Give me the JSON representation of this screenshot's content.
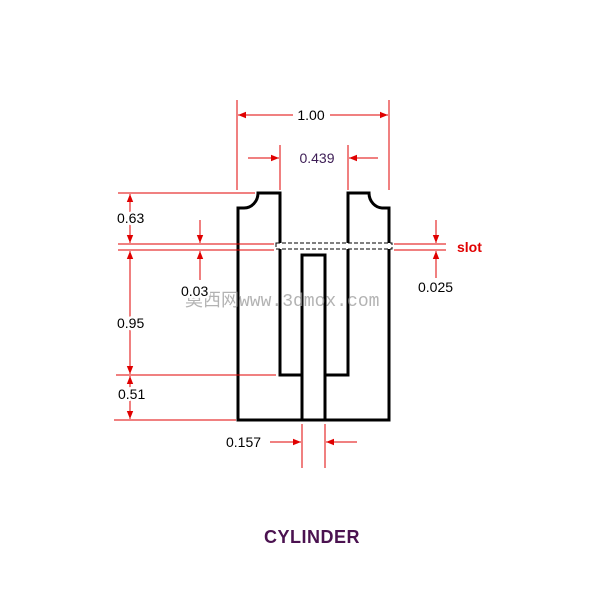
{
  "title": "CYLINDER",
  "dimensions": {
    "overall_width": "1.00",
    "gap_width": "0.439",
    "top_section_height": "0.63",
    "slot_offset_left": "0.03",
    "middle_section_height": "0.95",
    "bottom_section_height": "0.51",
    "slot_thickness": "0.025",
    "pin_width": "0.157"
  },
  "callouts": {
    "slot": "slot"
  },
  "watermark": "莫西网www.3dmox.com",
  "colors": {
    "background": "#ffffff",
    "outline": "#000000",
    "dimension_line": "#e00000",
    "dimension_text": "#000000",
    "gap_width_text": "#3d1d55",
    "slot_label": "#e00000",
    "title": "#4b1250",
    "watermark": "#9a9a9a",
    "slot_fill": "#ffffff"
  }
}
